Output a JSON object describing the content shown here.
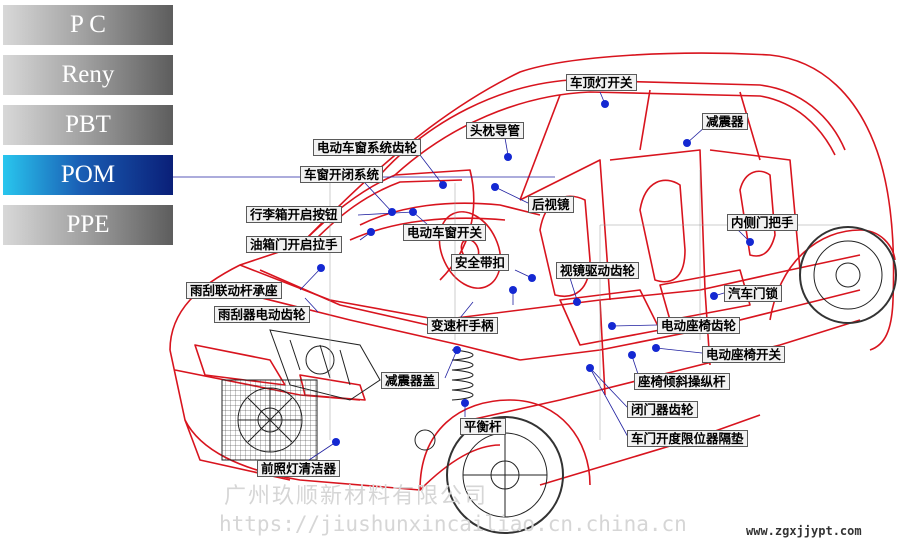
{
  "menu": [
    {
      "label": "P C",
      "active": false
    },
    {
      "label": "Reny",
      "active": false
    },
    {
      "label": "PBT",
      "active": false
    },
    {
      "label": "POM",
      "active": true
    },
    {
      "label": "PPE",
      "active": false
    }
  ],
  "parts": {
    "roof_light_switch": "车顶灯开关",
    "shock_absorber_top": "减震器",
    "headrest_guide": "头枕导管",
    "power_window_gear": "电动车窗系统齿轮",
    "window_switch_system": "车窗开闭系统",
    "rear_view_mirror": "后视镜",
    "trunk_release_button": "行李箱开启按钮",
    "power_window_switch": "电动车窗开关",
    "inner_door_handle": "内侧门把手",
    "fuel_door_handle": "油箱门开启拉手",
    "seat_belt_buckle": "安全带扣",
    "mirror_drive_gear": "视镜驱动齿轮",
    "wiper_linkage_bearing": "雨刮联动杆承座",
    "car_door_lock": "汽车门锁",
    "wiper_motor_gear": "雨刮器电动齿轮",
    "shift_lever_handle": "变速杆手柄",
    "power_seat_gear": "电动座椅齿轮",
    "power_seat_switch": "电动座椅开关",
    "shock_absorber_cover": "减震器盖",
    "seat_recline_lever": "座椅倾斜操纵杆",
    "door_closer_gear": "闭门器齿轮",
    "stabilizer_bar": "平衡杆",
    "door_stopper_spacer": "车门开度限位器隔垫",
    "headlight_washer": "前照灯清洁器"
  },
  "watermark": {
    "company": "广州玖顺新材料有限公司",
    "url": "https://jiushunxincailiao.cn.china.cn"
  },
  "site": "www.zgxjjypt.com",
  "colors": {
    "car_outline": "#d8141e",
    "dot": "#1428d2",
    "leader": "#2020a0",
    "menu_active": "#0a1f78",
    "menu_inactive": "#8c8c8c"
  }
}
